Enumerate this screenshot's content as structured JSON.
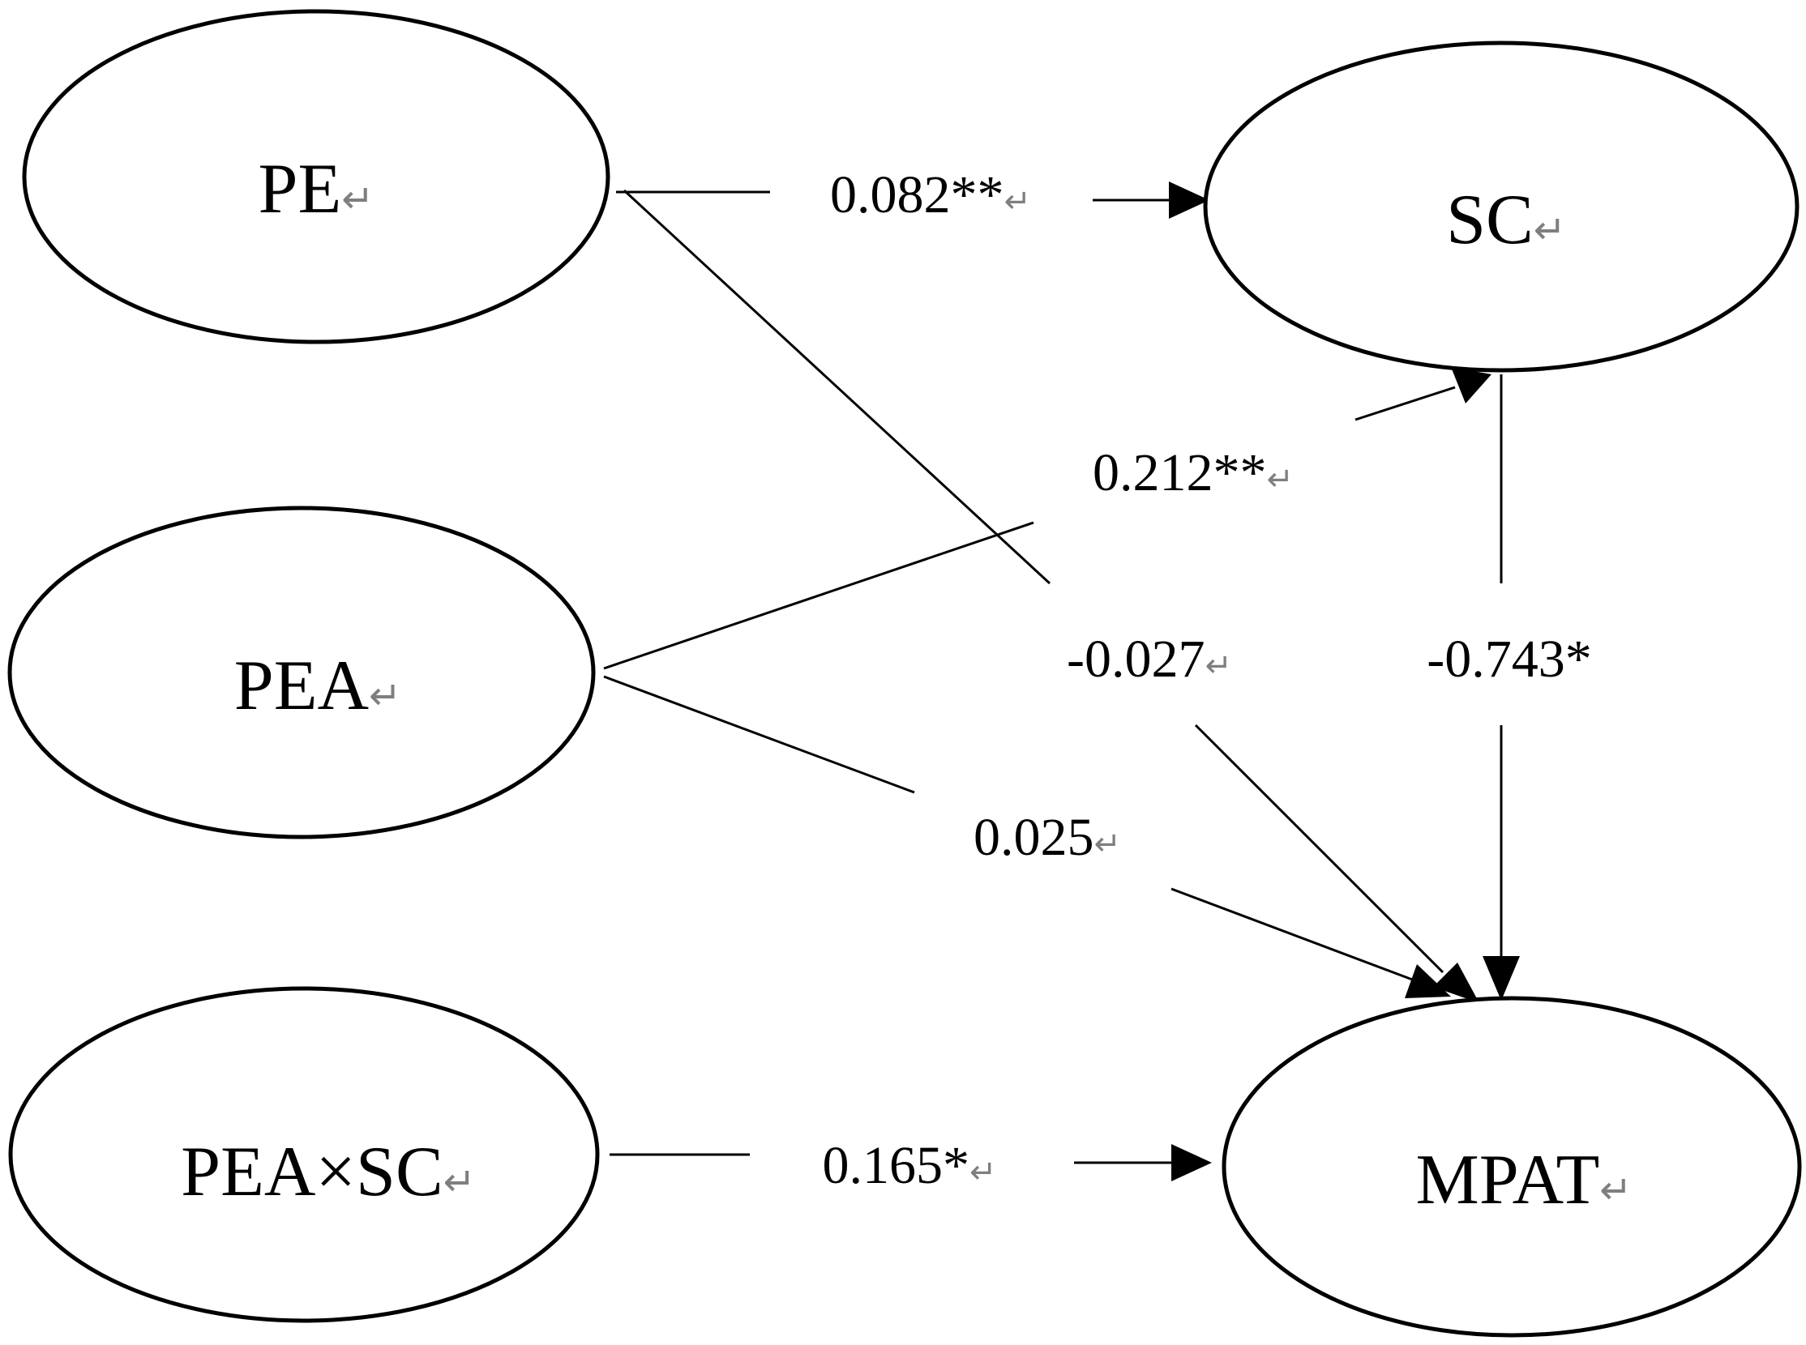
{
  "nodes": {
    "pe": {
      "label": "PE",
      "mark": "↵"
    },
    "sc": {
      "label": "SC",
      "mark": "↵"
    },
    "pea": {
      "label": "PEA",
      "mark": "↵"
    },
    "pea_x_sc": {
      "label": "PEA×SC",
      "mark": "↵"
    },
    "mpat": {
      "label": "MPAT",
      "mark": "↵"
    }
  },
  "edges": {
    "pe_sc": {
      "label": "0.082**",
      "mark": "↵"
    },
    "pea_sc": {
      "label": "0.212**",
      "mark": "↵"
    },
    "pe_mpat": {
      "label": "-0.027",
      "mark": "↵"
    },
    "sc_mpat": {
      "label": "-0.743*",
      "mark": ""
    },
    "pea_mpat": {
      "label": "0.025",
      "mark": "↵"
    },
    "peaxsc_mpat": {
      "label": "0.165*",
      "mark": "↵"
    }
  },
  "colors": {
    "stroke": "#000000",
    "background": "#ffffff",
    "paragraph_mark": "#7f7f7f"
  }
}
